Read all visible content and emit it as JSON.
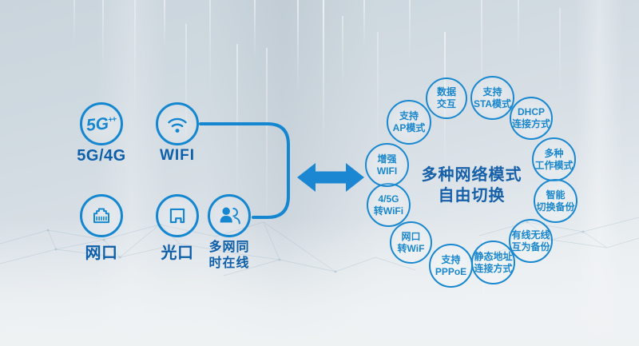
{
  "colors": {
    "accent": "#1487d0",
    "bubble_blue": "#1a87cc",
    "title_blue": "#1560a9",
    "label_blue": "#0e5fa9",
    "background_top": "#c9d4dc",
    "background_bottom": "#edf0f2"
  },
  "left_panel": {
    "icon_5g": {
      "text": "5G",
      "sup": "++"
    },
    "items": [
      {
        "id": "5g4g",
        "label": "5G/4G",
        "icon": "5g-badge-icon"
      },
      {
        "id": "wifi",
        "label": "WIFI",
        "icon": "wifi-icon"
      },
      {
        "id": "lan",
        "label": "网口",
        "icon": "rj45-port-icon"
      },
      {
        "id": "optical",
        "label": "光口",
        "icon": "optical-port-icon"
      },
      {
        "id": "multinet",
        "label_line1": "多网同",
        "label_line2": "时在线",
        "icon": "users-icon"
      }
    ]
  },
  "center": {
    "arrow": "double-headed-arrow"
  },
  "ring": {
    "title_line1": "多种网络模式",
    "title_line2": "自由切换",
    "items": [
      {
        "line1": "支持",
        "line2": "AP模式"
      },
      {
        "line1": "数据",
        "line2": "交互"
      },
      {
        "line1": "支持",
        "line2": "STA模式"
      },
      {
        "line1": "DHCP",
        "line2": "连接方式"
      },
      {
        "line1": "多种",
        "line2": "工作模式"
      },
      {
        "line1": "智能",
        "line2": "切换备份"
      },
      {
        "line1": "有线无线",
        "line2": "互为备份"
      },
      {
        "line1": "静态地址",
        "line2": "连接方式"
      },
      {
        "line1": "支持",
        "line2": "PPPoE"
      },
      {
        "line1": "网口",
        "line2": "转WiF"
      },
      {
        "line1": "4/5G",
        "line2": "转WiFi"
      },
      {
        "line1": "增强",
        "line2": "WIFI"
      }
    ]
  }
}
